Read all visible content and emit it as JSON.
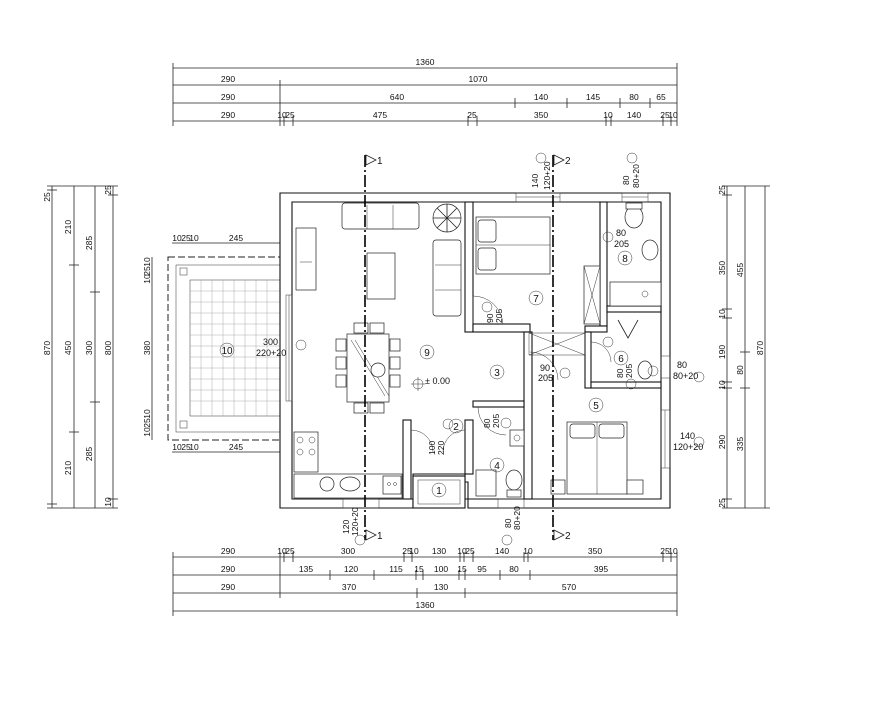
{
  "dims": {
    "top": [
      [
        "1360"
      ],
      [
        "290",
        "1070"
      ],
      [
        "290",
        "640",
        "140",
        "145",
        "80",
        "65"
      ],
      [
        "290",
        "10",
        "25",
        "475",
        "25",
        "350",
        "10",
        "140",
        "25",
        "10"
      ]
    ],
    "bottom": [
      [
        "290",
        "10",
        "25",
        "300",
        "25",
        "10",
        "130",
        "10",
        "25",
        "140",
        "10",
        "350",
        "25",
        "10"
      ],
      [
        "290",
        "135",
        "120",
        "115",
        "15",
        "100",
        "15",
        "95",
        "80",
        "395"
      ],
      [
        "290",
        "370",
        "130",
        "570"
      ],
      [
        "1360"
      ]
    ],
    "left": [
      [
        "25",
        "10",
        "210",
        "285",
        "10",
        "25",
        "10"
      ],
      [
        "210",
        "450",
        "210"
      ],
      [
        "285",
        "300",
        "285"
      ],
      [
        "870"
      ],
      [
        "800"
      ]
    ],
    "right": [
      [
        "25",
        "10",
        "350",
        "10",
        "190",
        "10",
        "290",
        "10",
        "25"
      ],
      [
        "455",
        "80",
        "335"
      ],
      [
        "870"
      ]
    ],
    "terrace_top": [
      "10",
      "25",
      "10",
      "245"
    ],
    "terrace_bottom": [
      "10",
      "25",
      "10",
      "245"
    ],
    "terrace_left": [
      "10",
      "25",
      "10",
      "380",
      "10",
      "25",
      "10"
    ]
  },
  "openings": {
    "balcony_door": [
      "300",
      "220+20"
    ],
    "kitchen_door": [
      "100",
      "220"
    ],
    "hall_door": [
      "90",
      "205"
    ],
    "bedroom_door": [
      "90",
      "205"
    ],
    "bath_door": [
      "80",
      "205"
    ],
    "wc_door": [
      "80",
      "205"
    ],
    "master_door": [
      "80",
      "205"
    ],
    "window_top_room7": [
      "140",
      "120+20"
    ],
    "window_top_bath": [
      "80",
      "80+20"
    ],
    "window_right_room6": [
      "80",
      "80+20"
    ],
    "window_right_room5": [
      "140",
      "120+20"
    ],
    "window_bottom_entry": [
      "120",
      "120+20"
    ],
    "window_bottom_bath": [
      "80",
      "80+20"
    ]
  },
  "rooms": [
    "1",
    "2",
    "3",
    "4",
    "5",
    "6",
    "7",
    "8",
    "9",
    "10"
  ],
  "level": "± 0.00",
  "sections": [
    "1",
    "2"
  ]
}
